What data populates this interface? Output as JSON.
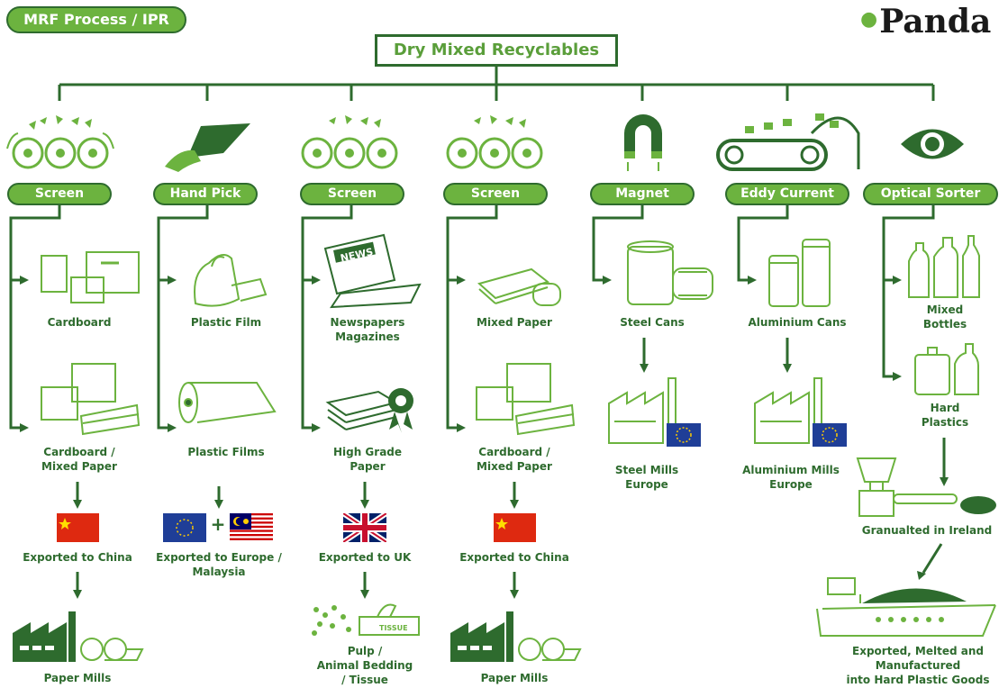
{
  "header": {
    "tag_label": "MRF Process / IPR",
    "brand": "Panda"
  },
  "title": "Dry Mixed Recyclables",
  "columns": [
    {
      "process": "Screen",
      "item1": "Cardboard",
      "item2": "Cardboard /\nMixed Paper",
      "export": "Exported to China",
      "final": "Paper Mills"
    },
    {
      "process": "Hand Pick",
      "item1": "Plastic Film",
      "item2": "Plastic Films",
      "export": "Exported to Europe /\nMalaysia"
    },
    {
      "process": "Screen",
      "item1": "Newspapers\nMagazines",
      "item2": "High Grade\nPaper",
      "export": "Exported to UK",
      "final": "Pulp /\nAnimal Bedding\n/ Tissue"
    },
    {
      "process": "Screen",
      "item1": "Mixed Paper",
      "item2": "Cardboard /\nMixed Paper",
      "export": "Exported to China",
      "final": "Paper Mills"
    },
    {
      "process": "Magnet",
      "item1": "Steel Cans",
      "item2": "Steel Mills\nEurope"
    },
    {
      "process": "Eddy Current",
      "item1": "Aluminium Cans",
      "item2": "Aluminium Mills\nEurope"
    },
    {
      "process": "Optical Sorter",
      "item1": "Mixed\nBottles",
      "item2": "Hard\nPlastics",
      "granulated": "Granualted in Ireland",
      "final": "Exported, Melted and\nManufactured\ninto Hard Plastic Goods"
    }
  ],
  "icons": {
    "news": "NEWS",
    "tissue": "TISSUE",
    "plus": "+"
  },
  "colors": {
    "dark_green": "#2e6b2e",
    "light_green": "#6cb33f",
    "china_red": "#de2910",
    "eu_blue": "#1f3e97"
  }
}
